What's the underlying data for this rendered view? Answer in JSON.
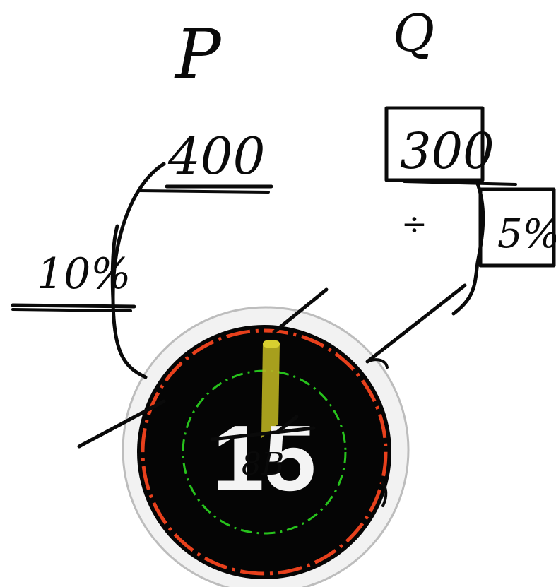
{
  "sketch": {
    "label_p": "P",
    "label_q": "Q",
    "value_p": "400",
    "value_q": "300",
    "percent_p": "10%",
    "percent_q": "5%",
    "divider_mark": "÷"
  },
  "timer": {
    "countdown_value": "15",
    "overlay_scribble": "8B",
    "colors": {
      "face": "#050505",
      "outer_ring": "#e8401c",
      "inner_ring": "#27c21c",
      "hand": "#b9b020",
      "bezel": "#f2f2f2"
    }
  }
}
